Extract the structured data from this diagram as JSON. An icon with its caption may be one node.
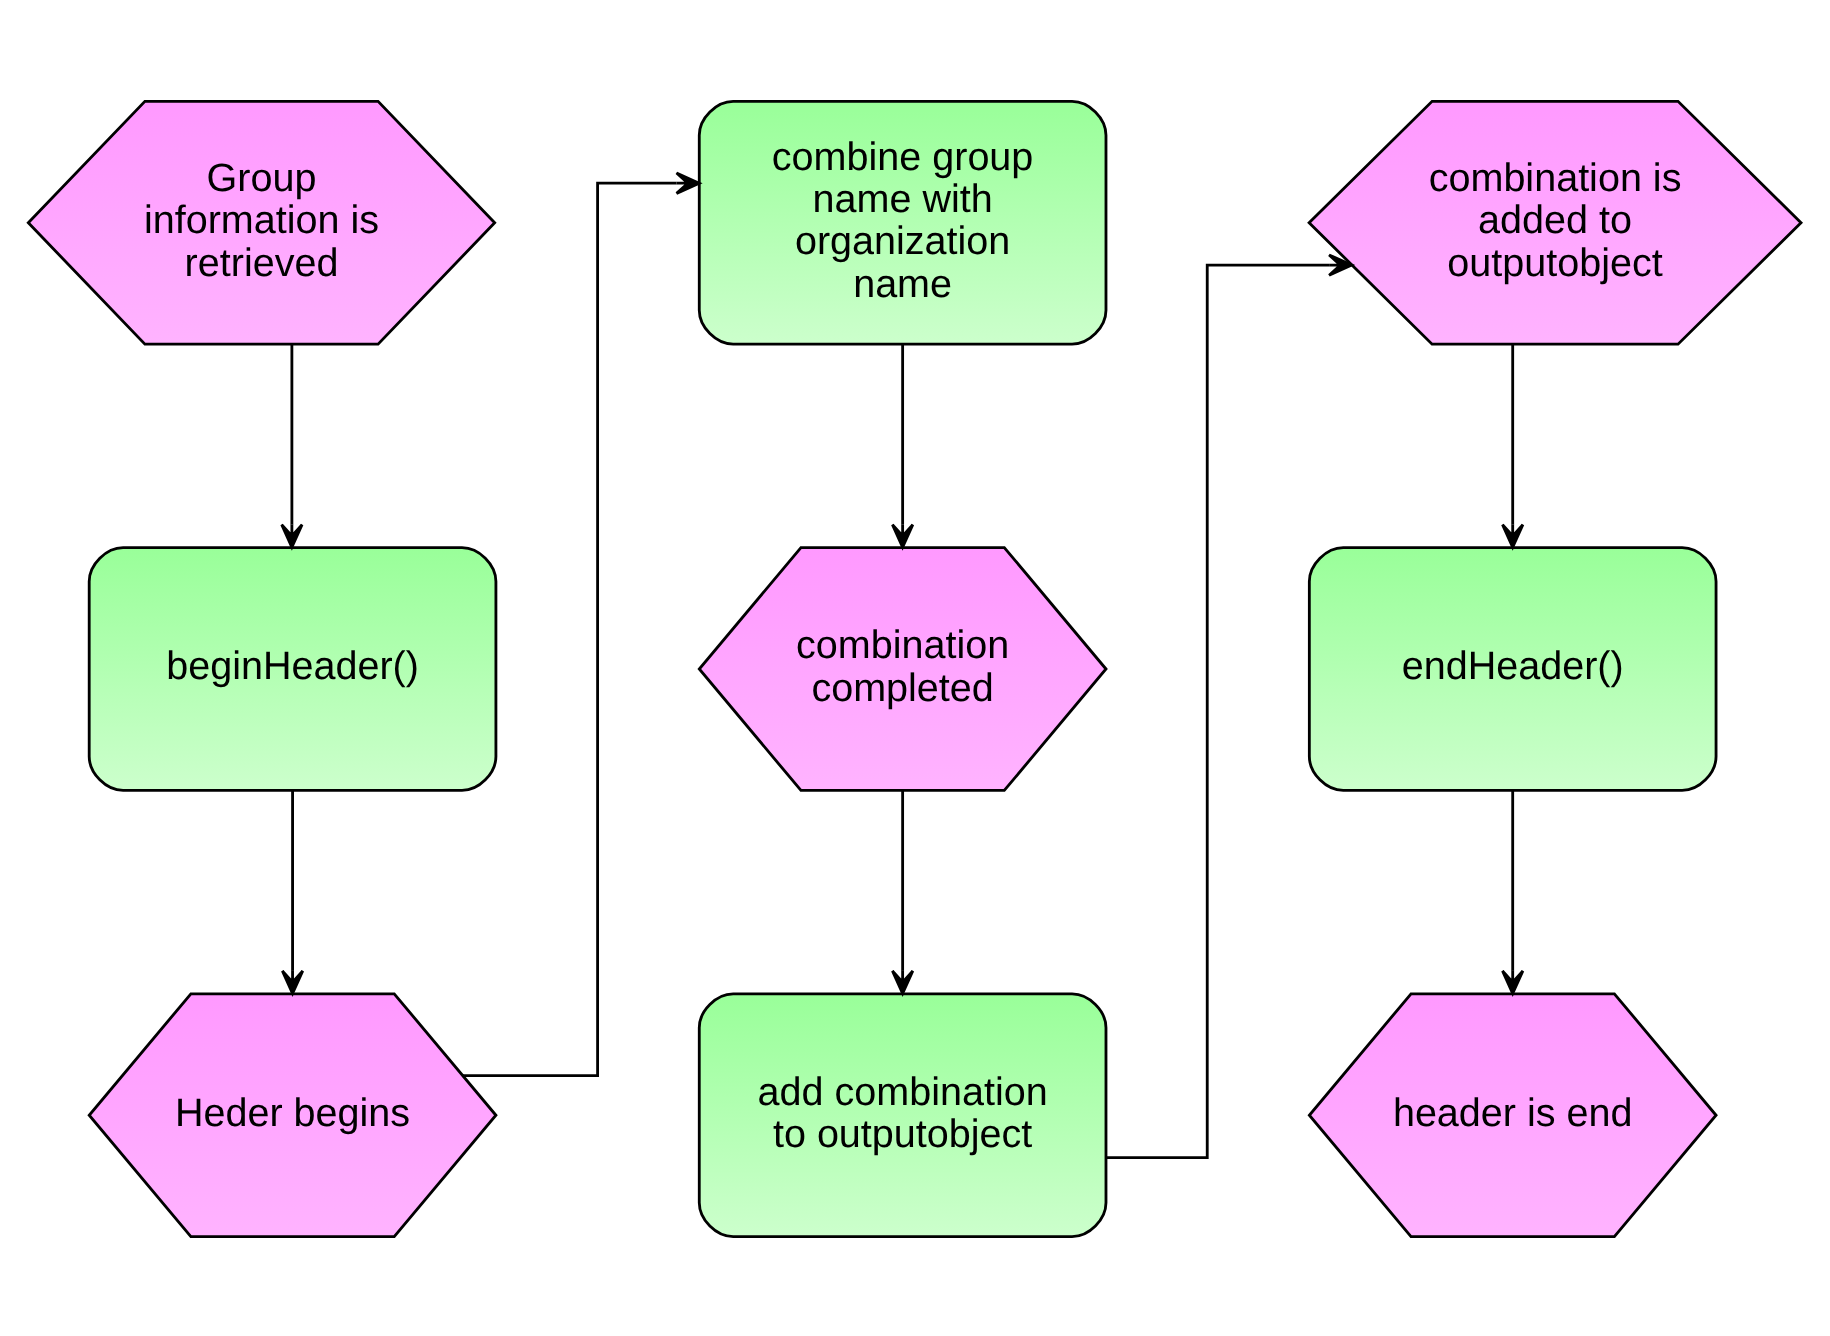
{
  "diagram": {
    "nodes": [
      {
        "text": [
          "Group information is retrieved"
        ]
      },
      {
        "text": [
          "beginHeader()"
        ]
      },
      {
        "text": [
          "Heder begins"
        ]
      },
      {
        "text": [
          "combine group name with organization name"
        ]
      },
      {
        "text": [
          "combination completed"
        ]
      },
      {
        "text": [
          "add combination to outputobject"
        ]
      },
      {
        "text": [
          "combination is added to outputobject"
        ]
      },
      {
        "text": [
          "endHeader()"
        ]
      },
      {
        "text": [
          "header is end"
        ]
      }
    ],
    "edges": [
      {
        "from": 0,
        "to": 1,
        "arrow": "to"
      },
      {
        "from": 1,
        "to": 2,
        "arrow": "to"
      },
      {
        "from": 2,
        "to": 3,
        "arrow": "to"
      },
      {
        "from": 3,
        "to": 4,
        "arrow": "to"
      },
      {
        "from": 4,
        "to": 5,
        "arrow": "to"
      },
      {
        "from": 5,
        "to": 6,
        "arrow": "to"
      },
      {
        "from": 6,
        "to": 7,
        "arrow": "to"
      },
      {
        "from": 7,
        "to": 8,
        "arrow": "to"
      }
    ]
  }
}
